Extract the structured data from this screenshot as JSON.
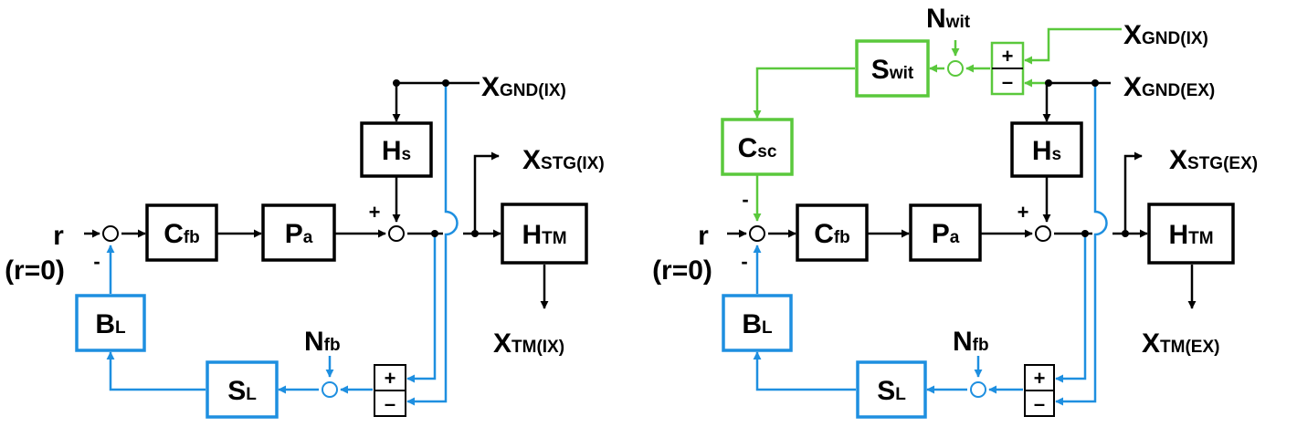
{
  "colors": {
    "main": "#000000",
    "sensor_path": "#1e8fe0",
    "witness_path": "#5ac83c"
  },
  "left": {
    "input_r": "r",
    "input_r0": "(r=0)",
    "blocks": {
      "cfb": {
        "main": "C",
        "sub": "fb"
      },
      "pa": {
        "main": "P",
        "sub": "a"
      },
      "hs": {
        "main": "H",
        "sub": "s"
      },
      "htm": {
        "main": "H",
        "sub": "TM"
      },
      "bl": {
        "main": "B",
        "sub": "L"
      },
      "sl": {
        "main": "S",
        "sub": "L"
      }
    },
    "signals": {
      "xgnd": {
        "main": "X",
        "sub": "GND(IX)"
      },
      "xstg": {
        "main": "X",
        "sub": "STG(IX)"
      },
      "xtm": {
        "main": "X",
        "sub": "TM(IX)"
      },
      "nfb": {
        "main": "N",
        "sub": "fb"
      }
    },
    "signs": {
      "plus": "+",
      "minus": "-",
      "diff_plus": "+",
      "diff_minus": "–"
    }
  },
  "right": {
    "input_r": "r",
    "input_r0": "(r=0)",
    "blocks": {
      "swit": {
        "main": "S",
        "sub": "wit"
      },
      "csc": {
        "main": "C",
        "sub": "sc"
      },
      "cfb": {
        "main": "C",
        "sub": "fb"
      },
      "pa": {
        "main": "P",
        "sub": "a"
      },
      "hs": {
        "main": "H",
        "sub": "s"
      },
      "htm": {
        "main": "H",
        "sub": "TM"
      },
      "bl": {
        "main": "B",
        "sub": "L"
      },
      "sl": {
        "main": "S",
        "sub": "L"
      }
    },
    "signals": {
      "nwit": {
        "main": "N",
        "sub": "wit"
      },
      "xgnd_ix": {
        "main": "X",
        "sub": "GND(IX)"
      },
      "xgnd_ex": {
        "main": "X",
        "sub": "GND(EX)"
      },
      "xstg": {
        "main": "X",
        "sub": "STG(EX)"
      },
      "xtm": {
        "main": "X",
        "sub": "TM(EX)"
      },
      "nfb": {
        "main": "N",
        "sub": "fb"
      }
    },
    "signs": {
      "plus": "+",
      "minus": "-",
      "csc_minus": "-",
      "diff_plus": "+",
      "diff_minus": "–",
      "wit_plus": "+",
      "wit_minus": "–"
    }
  }
}
